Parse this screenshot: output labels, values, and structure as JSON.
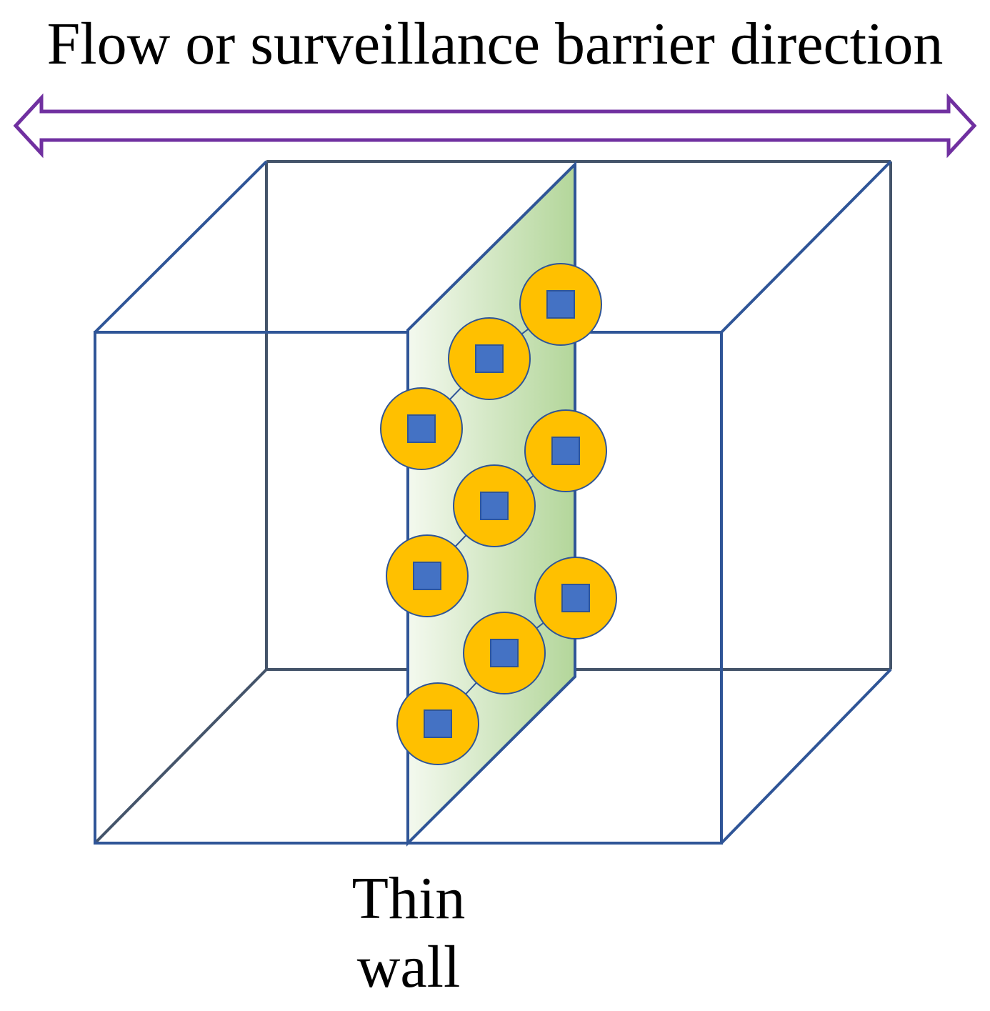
{
  "title": "Flow or surveillance barrier direction",
  "wall_label": {
    "line1": "Thin",
    "line2": "wall"
  },
  "colors": {
    "arrow": "#7030a0",
    "box_edge": "#2f5597",
    "box_edge_dark": "#44546a",
    "wall_fill_light": "#f4f9ef",
    "wall_fill_dark": "#b3d69a",
    "sensor_ring": "#ffc000",
    "sensor_core": "#4472c4"
  },
  "sensor_count": 9
}
